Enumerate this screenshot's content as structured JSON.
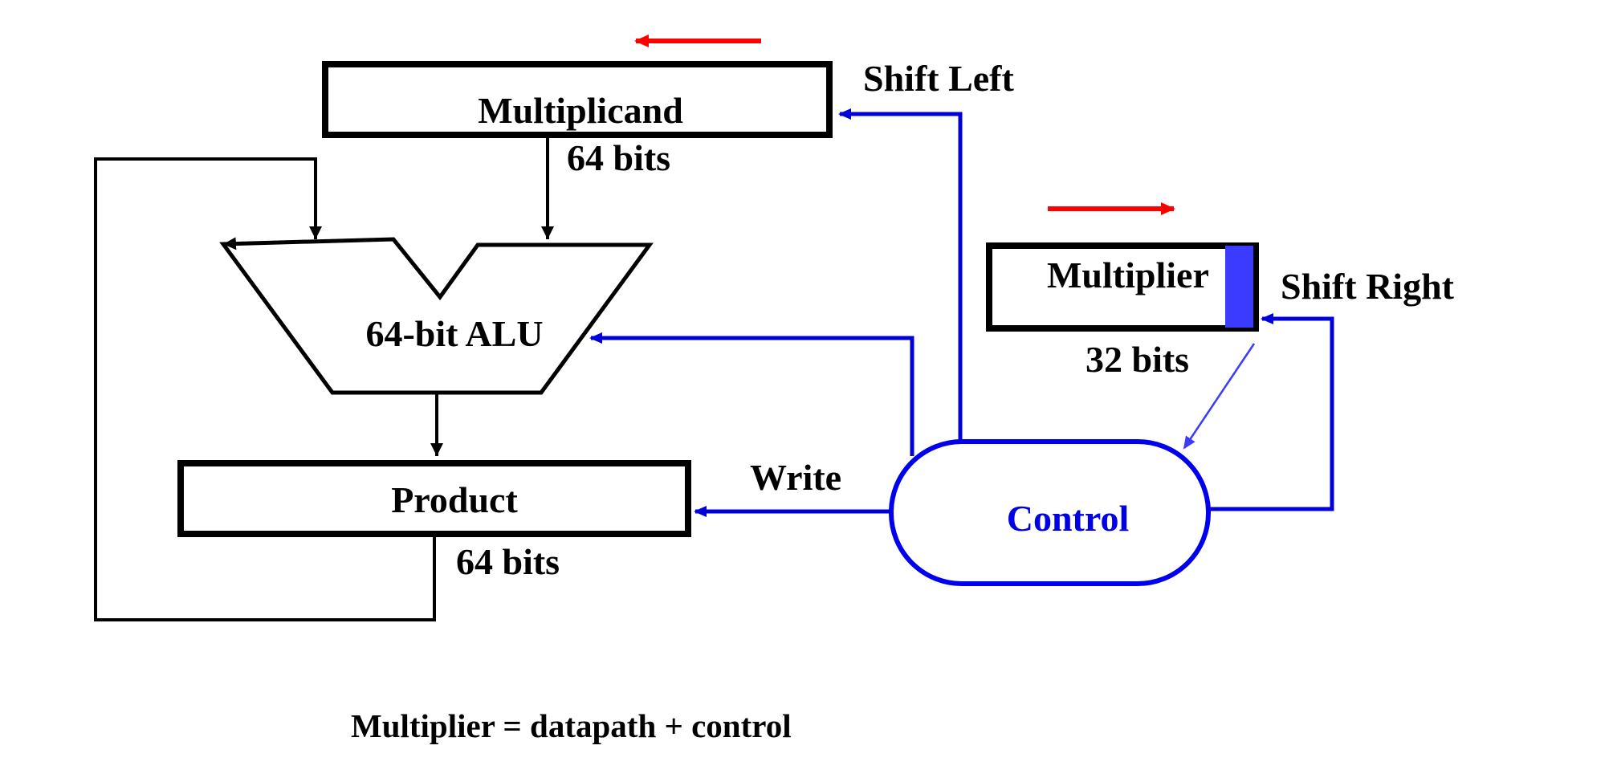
{
  "diagram": {
    "multiplicand": {
      "label": "Multiplicand",
      "width_label": "64 bits",
      "shift_label": "Shift Left",
      "shift_direction": "left"
    },
    "alu": {
      "label": "64-bit ALU"
    },
    "product": {
      "label": "Product",
      "width_label": "64 bits",
      "write_label": "Write"
    },
    "multiplier": {
      "label": "Multiplier",
      "width_label": "32 bits",
      "shift_label": "Shift Right",
      "shift_direction": "right"
    },
    "control": {
      "label": "Control"
    },
    "caption": "Multiplier = datapath + control",
    "colors": {
      "datapath": "#000000",
      "control_signal": "#0000d8",
      "control_block": "#0000ee",
      "shift_indicator": "#ff0000",
      "lsb_highlight": "#3b3bff"
    }
  }
}
